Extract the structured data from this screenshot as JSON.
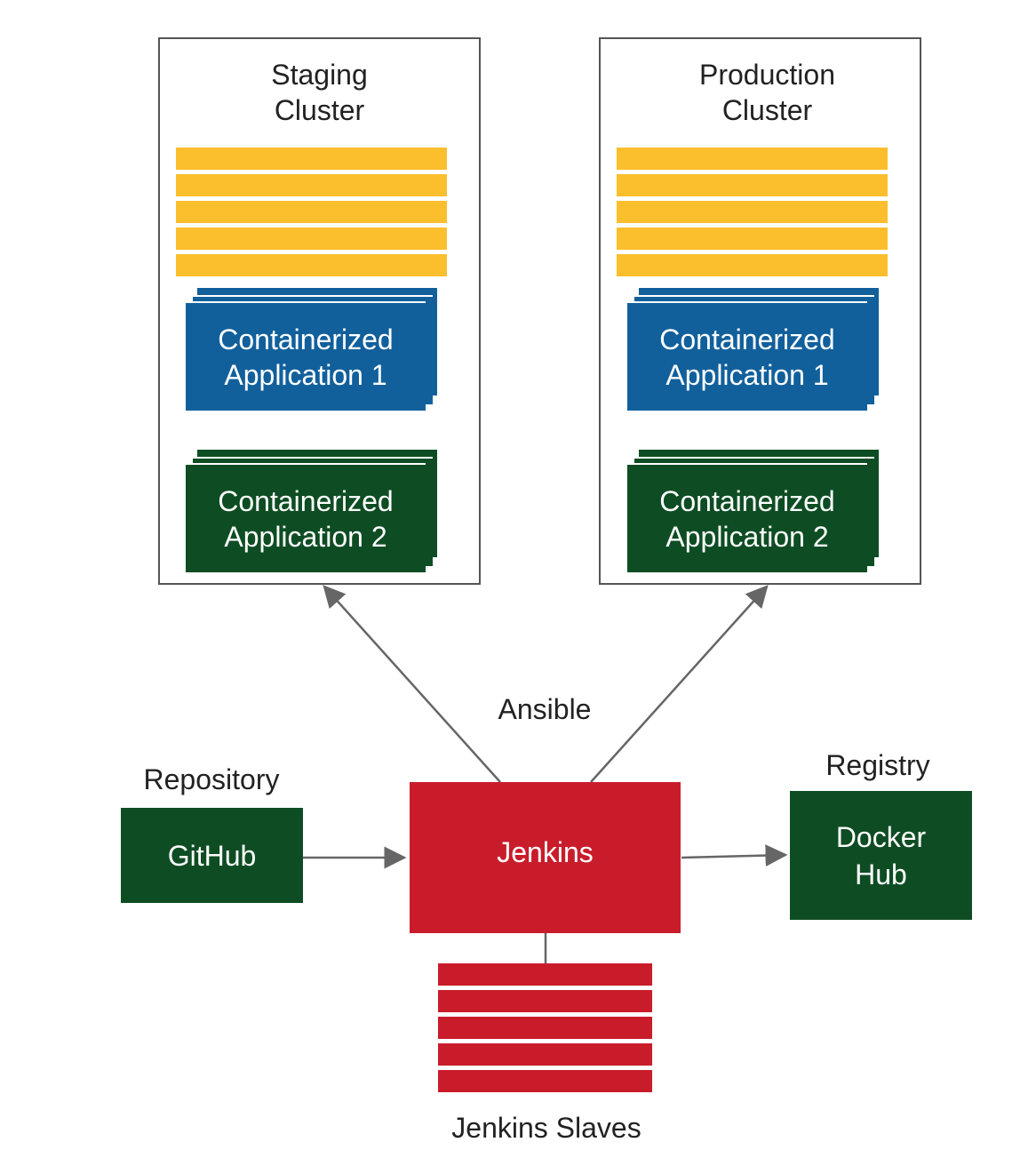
{
  "colors": {
    "yellow": "#fbbf2d",
    "blue": "#11609c",
    "green": "#0e4d23",
    "red": "#c91c2b",
    "arrow": "#666666"
  },
  "staging": {
    "title_line1": "Staging",
    "title_line2": "Cluster",
    "app1": {
      "line1": "Containerized",
      "line2": "Application 1"
    },
    "app2": {
      "line1": "Containerized",
      "line2": "Application 2"
    }
  },
  "production": {
    "title_line1": "Production",
    "title_line2": "Cluster",
    "app1": {
      "line1": "Containerized",
      "line2": "Application 1"
    },
    "app2": {
      "line1": "Containerized",
      "line2": "Application 2"
    }
  },
  "ansible_label": "Ansible",
  "repository": {
    "label": "Repository",
    "box": "GitHub"
  },
  "jenkins": {
    "box": "Jenkins",
    "slaves_label": "Jenkins Slaves"
  },
  "registry": {
    "label": "Registry",
    "box_line1": "Docker",
    "box_line2": "Hub"
  }
}
